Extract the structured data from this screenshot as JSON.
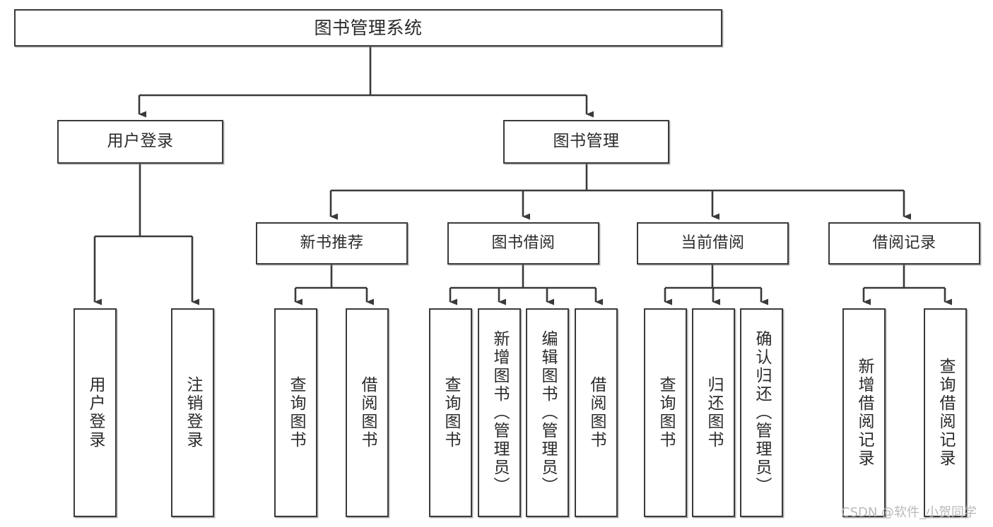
{
  "diagram": {
    "type": "tree-hierarchy",
    "title": "图书管理系统",
    "watermark": "CSDN @软件_小贺同学",
    "colors": {
      "background": "#ffffff",
      "box_border": "#3a3a3a",
      "box_fill": "#ffffff",
      "edge": "#3a3a3a",
      "text": "#2b2b2b",
      "watermark": "#b9b9b9"
    },
    "nodes": {
      "root": {
        "label": "图书管理系统"
      },
      "level1": [
        {
          "id": "user-login",
          "label": "用户登录"
        },
        {
          "id": "book-manage",
          "label": "图书管理"
        }
      ],
      "level2": [
        {
          "id": "new-book-recommend",
          "label": "新书推荐"
        },
        {
          "id": "book-borrow",
          "label": "图书借阅"
        },
        {
          "id": "current-borrow",
          "label": "当前借阅"
        },
        {
          "id": "borrow-record",
          "label": "借阅记录"
        }
      ],
      "leaves": {
        "user_login": [
          {
            "id": "leaf-user-login",
            "label": "用户登录"
          },
          {
            "id": "leaf-logout",
            "label": "注销登录"
          }
        ],
        "new_book_recommend": [
          {
            "id": "leaf-query-book-1",
            "label": "查询图书"
          },
          {
            "id": "leaf-borrow-book-1",
            "label": "借阅图书"
          }
        ],
        "book_borrow": [
          {
            "id": "leaf-query-book-2",
            "label": "查询图书"
          },
          {
            "id": "leaf-add-book",
            "label": "新增图书（管理员）"
          },
          {
            "id": "leaf-edit-book",
            "label": "编辑图书（管理员）"
          },
          {
            "id": "leaf-borrow-book-2",
            "label": "借阅图书"
          }
        ],
        "current_borrow": [
          {
            "id": "leaf-query-book-3",
            "label": "查询图书"
          },
          {
            "id": "leaf-return-book",
            "label": "归还图书"
          },
          {
            "id": "leaf-confirm-return",
            "label": "确认归还（管理员）"
          }
        ],
        "borrow_record": [
          {
            "id": "leaf-add-record",
            "label": "新增借阅记录"
          },
          {
            "id": "leaf-query-record",
            "label": "查询借阅记录"
          }
        ]
      }
    }
  }
}
